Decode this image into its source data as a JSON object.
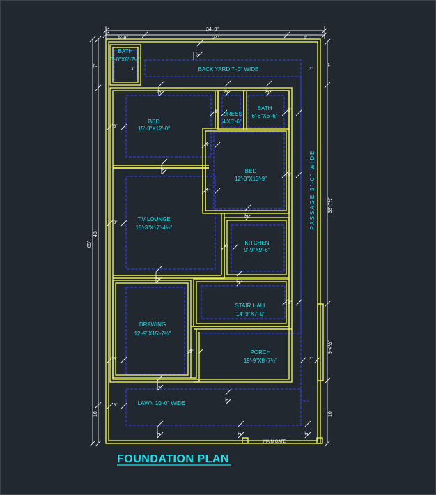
{
  "drawing": {
    "title": "FOUNDATION PLAN",
    "main_gate": "MAIN GATE",
    "colors": {
      "background": "#212830",
      "wall": "#f0f04a",
      "foundation": "#2e3bd6",
      "room_text": "#19e3ef",
      "dimension": "#ffffff"
    }
  },
  "rooms": {
    "bath_small": {
      "name": "BATH",
      "size": "5'-0\"X6'-7½\""
    },
    "backyard": {
      "name": "BACK YARD 7'-0\" WIDE"
    },
    "bed1": {
      "name": "BED",
      "size": "15'-3\"X12'-0\""
    },
    "dress": {
      "name": "DRESS",
      "size": "4'X6'-6\""
    },
    "bath2": {
      "name": "BATH",
      "size": "6'-6\"X6'-6\""
    },
    "bed2": {
      "name": "BED",
      "size": "12'-3\"X13'-9\""
    },
    "tv_lounge": {
      "name": "T.V LOUNGE",
      "size": "15'-3\"X17'-4½\""
    },
    "kitchen": {
      "name": "KITCHEN",
      "size": "9'-9\"X9'-6\""
    },
    "stair_hall": {
      "name": "STAIR HALL",
      "size": "14'-9\"X7'-0\""
    },
    "drawing": {
      "name": "DRAWING",
      "size": "12'-9\"X15'-7½\""
    },
    "porch": {
      "name": "PORCH",
      "size": "19'-9\"X8'-7½\""
    },
    "lawn": {
      "name": "LAWN 10'-0\" WIDE"
    },
    "passage": {
      "name": "PASSAGE 5'-0\" WIDE"
    }
  },
  "dimensions": {
    "top_total": "34'-9\"",
    "top_left": "5'-9\"",
    "top_mid": "24'",
    "top_right": "5'",
    "left_total": "65'",
    "left_sub": "48'",
    "left_top": "7'",
    "left_bottom": "10'",
    "right_mid": "38'-7½\"",
    "right_low": "9'-4½\"",
    "right_top": "7'",
    "right_bottom": "10'",
    "footing_mark": "3\""
  }
}
